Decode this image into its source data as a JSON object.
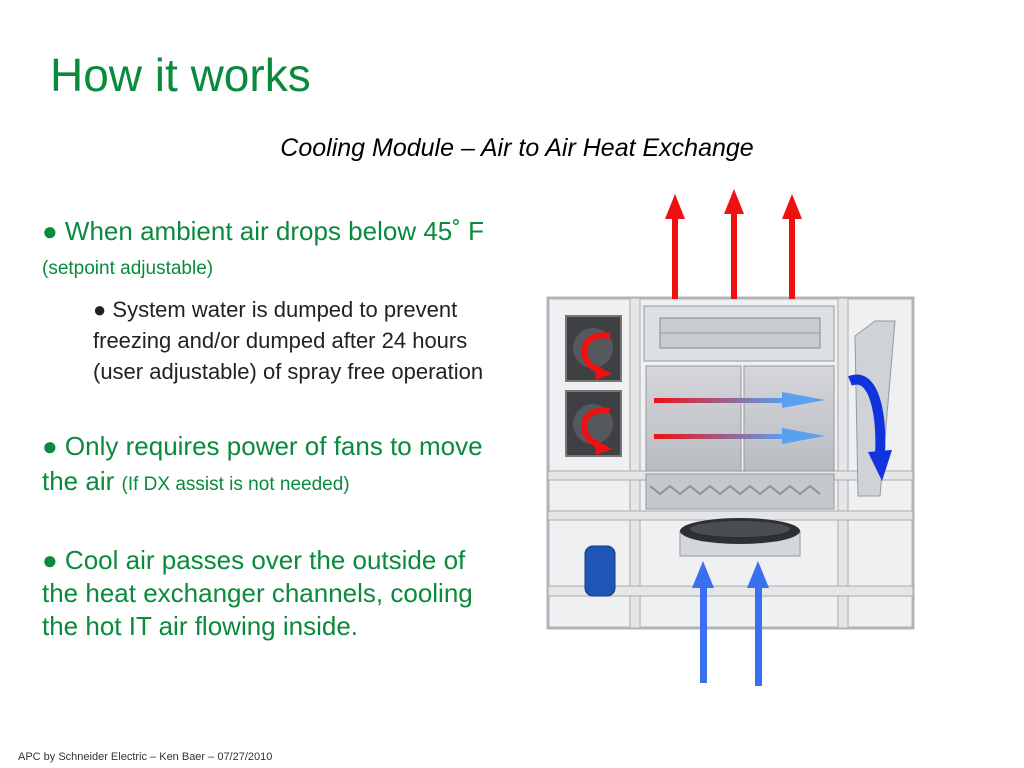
{
  "slide": {
    "title": "How it works",
    "subtitle": "Cooling Module – Air to Air Heat Exchange",
    "bullet1_main": "● When ambient air drops below 45˚ F",
    "bullet1_note": "(setpoint adjustable)",
    "bullet1_sub": "● System water is dumped to prevent freezing and/or dumped after 24 hours (user adjustable) of spray free operation",
    "bullet2_main": "● Only requires power of fans to move the air",
    "bullet2_note": "(If DX assist is not needed)",
    "bullet3_main": "● Cool air passes over the outside of the heat exchanger channels, cooling the hot IT air flowing inside.",
    "footer": "APC by Schneider Electric – Ken Baer – 07/27/2010"
  },
  "colors": {
    "accent_green": "#0a8a3c",
    "hot_air": "#ee1111",
    "cool_air": "#3a6ff0",
    "exhaust_blue": "#1133dd"
  }
}
